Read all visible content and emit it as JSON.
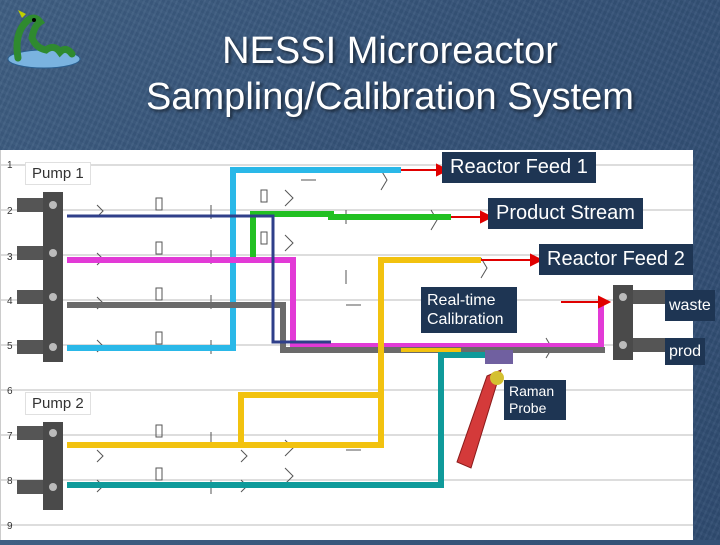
{
  "slide": {
    "title_line1": "NESSI Microreactor",
    "title_line2": "Sampling/Calibration System"
  },
  "labels": {
    "pump1": "Pump 1",
    "pump2": "Pump 2",
    "reactor_feed_1": "Reactor Feed 1",
    "product_stream": "Product Stream",
    "reactor_feed_2": "Reactor Feed 2",
    "realtime_cal_line1": "Real-time",
    "realtime_cal_line2": "Calibration",
    "waste": "waste",
    "prod": "prod",
    "raman_line1": "Raman",
    "raman_line2": "Probe"
  },
  "row_numbers": [
    "1",
    "2",
    "3",
    "4",
    "5",
    "6",
    "7",
    "8",
    "9"
  ],
  "colors": {
    "cyan_line": "#2ab8e8",
    "green_line": "#22c022",
    "magenta_line": "#e23ad6",
    "gray_line": "#6a6a6a",
    "yellow_line": "#f2c20f",
    "teal_line": "#0f9a9a",
    "arrow_red": "#e00000",
    "label_bg": "#1e3553"
  }
}
